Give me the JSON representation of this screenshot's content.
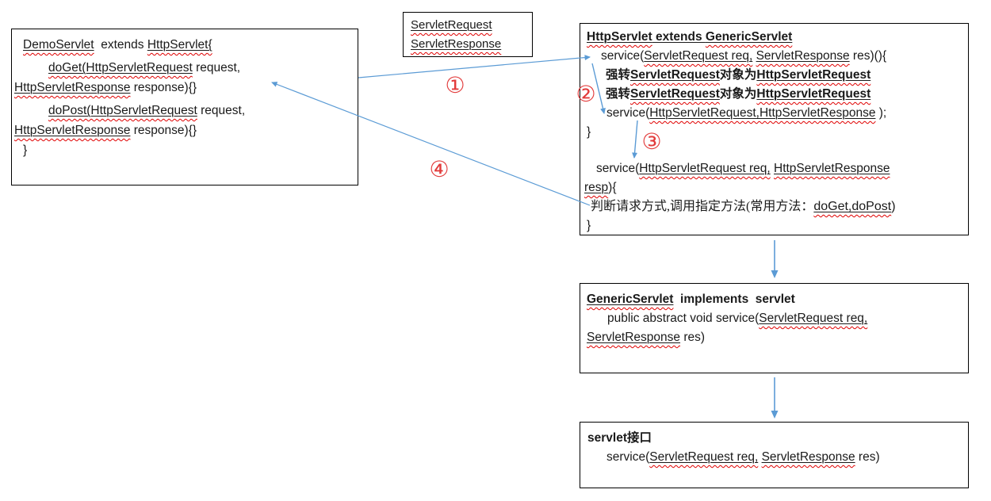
{
  "colors": {
    "arrow": "#5b9bd5",
    "step_number": "#e23b3b",
    "squiggle": "#e00000",
    "box_border": "#000000",
    "text": "#1a1a1a"
  },
  "steps": {
    "s1": "①",
    "s2": "②",
    "s3": "③",
    "s4": "④"
  },
  "demo": {
    "title": [
      "DemoServlet",
      "  extends ",
      "HttpServlet{"
    ],
    "l1": [
      "doGet(HttpServletRequest",
      " request,"
    ],
    "l2": [
      "HttpServletResponse",
      " response){}"
    ],
    "l3": [
      "doPost(HttpServletRequest",
      " request,"
    ],
    "l4": [
      "HttpServletResponse",
      " response){}"
    ],
    "l5": "}"
  },
  "params": {
    "l1": "ServletRequest",
    "l2": "ServletResponse"
  },
  "http": {
    "title": [
      "HttpServlet",
      " extends ",
      "GenericServlet"
    ],
    "l1": [
      "service(",
      "ServletRequest req,",
      " ",
      "ServletResponse",
      " res)(){"
    ],
    "cast": [
      "强转",
      "ServletRequest",
      "对象为",
      "HttpServletRequest"
    ],
    "l3": [
      "service(",
      "HttpServletRequest,HttpServletResponse",
      " );"
    ],
    "l4": "}",
    "l5": [
      "service(",
      "HttpServletRequest req,",
      " ",
      "HttpServletResponse"
    ],
    "l6": [
      "resp",
      "){"
    ],
    "l7": [
      "判断请求方式,调用指定方法(常用方法：",
      "doGet,doPost",
      ")"
    ],
    "l8": "}"
  },
  "generic": {
    "title": [
      "GenericServlet",
      "  implements  servlet"
    ],
    "l1": [
      "public abstract void service(",
      "ServletRequest req,"
    ],
    "l2": [
      "ServletResponse",
      " res)"
    ]
  },
  "servlet": {
    "title": "servlet接口",
    "l1": [
      "service(",
      "ServletRequest req,",
      " ",
      "ServletResponse",
      " res)"
    ]
  }
}
